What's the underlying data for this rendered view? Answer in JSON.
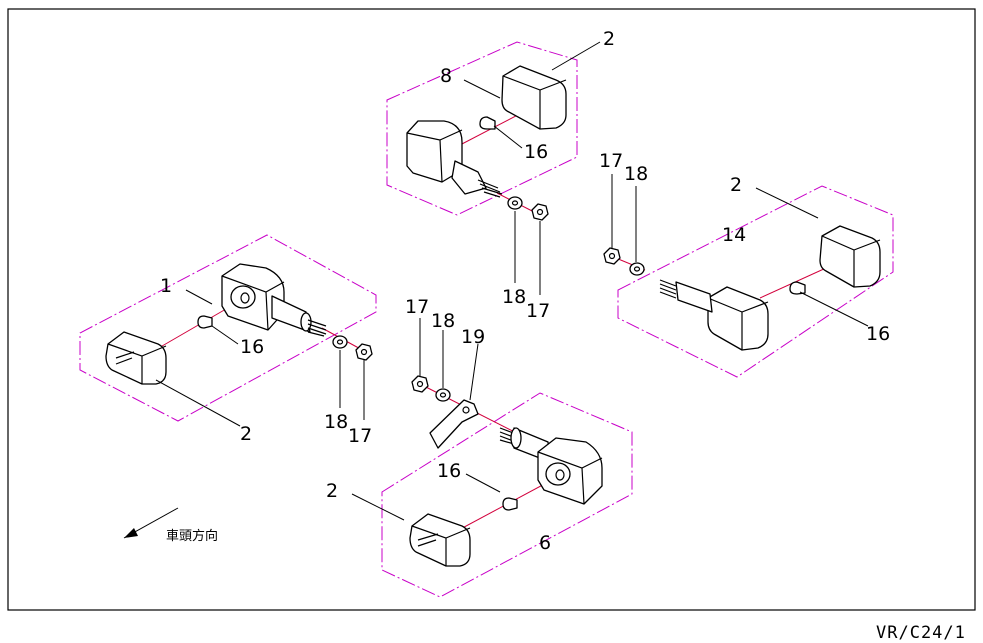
{
  "figure_code": "VR/C24/1",
  "direction_note": "車頭方向",
  "colors": {
    "assembly_outline": "#c800c8",
    "axis_line": "#d2003c",
    "ink": "#000000"
  },
  "callouts": {
    "top_assembly": "8",
    "top_lens": "2",
    "top_bulb": "16",
    "top_nut_right": "17",
    "top_washer": "18",
    "right_assembly": "14",
    "right_lens": "2",
    "right_bulb": "16",
    "right_nut": "17",
    "right_washer": "18",
    "left_assembly": "1",
    "left_bulb": "16",
    "left_lens": "2",
    "left_washer": "18",
    "left_nut": "17",
    "mid_nut": "17",
    "mid_washer": "18",
    "mid_bracket": "19",
    "bottom_bulb": "16",
    "bottom_lens": "2",
    "bottom_assembly": "6"
  }
}
